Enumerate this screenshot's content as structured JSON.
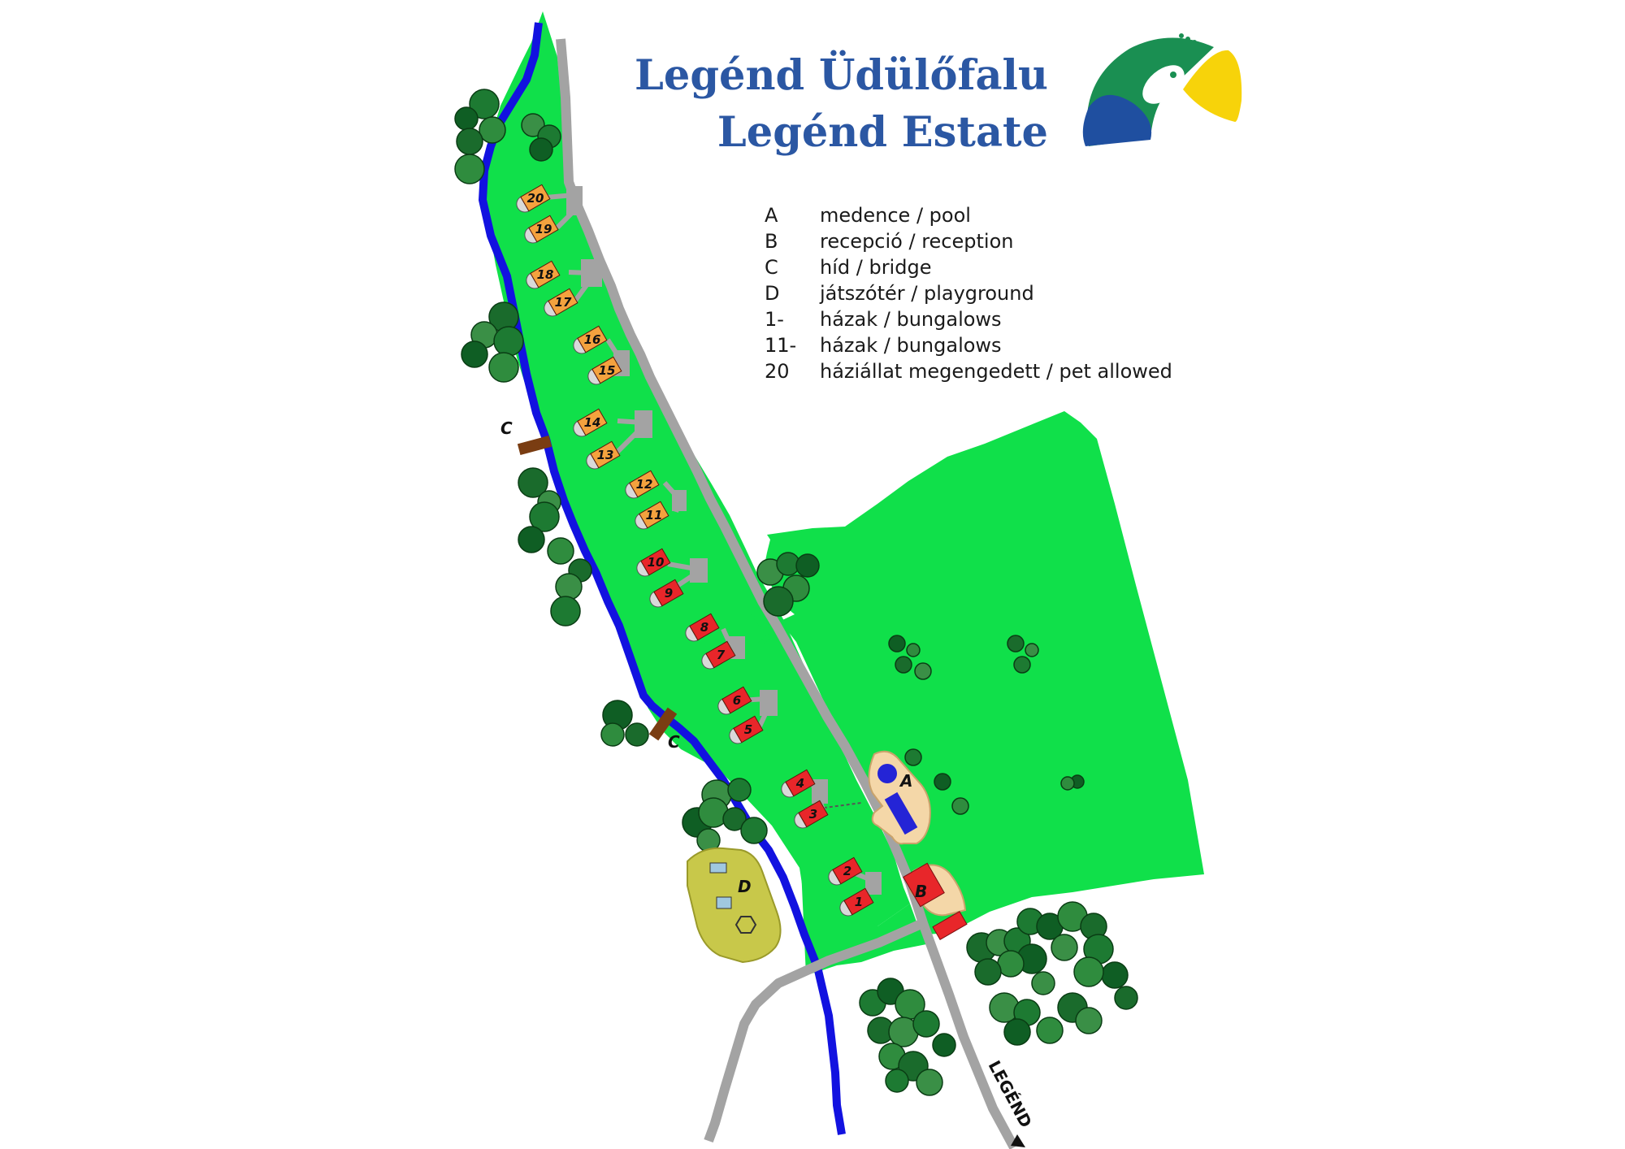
{
  "title": {
    "line1": "Legénd Üdülőfalu",
    "line2": "Legénd Estate"
  },
  "legend": [
    {
      "key": "A",
      "desc": "medence / pool"
    },
    {
      "key": "B",
      "desc": "recepció / reception"
    },
    {
      "key": "C",
      "desc": "híd / bridge"
    },
    {
      "key": "D",
      "desc": "játszótér / playground"
    },
    {
      "key": "1-11",
      "desc": "házak / bungalows"
    },
    {
      "key": "11-20",
      "desc": "házak / bungalows"
    },
    {
      "key": "",
      "desc": "háziállat megengedett / pet allowed"
    }
  ],
  "map_labels": {
    "pool": "A",
    "reception": "B",
    "bridge_north": "C",
    "bridge_south": "C",
    "playground": "D",
    "road_sign": "LEGÉND"
  },
  "bungalows": [
    "1",
    "2",
    "3",
    "4",
    "5",
    "6",
    "7",
    "8",
    "9",
    "10",
    "11",
    "12",
    "13",
    "14",
    "15",
    "16",
    "17",
    "18",
    "19",
    "20"
  ],
  "colors": {
    "grass": "#10e04a",
    "river": "#1212e0",
    "road": "#a3a3a3",
    "bungalow_red": "#e8262a",
    "bungalow_orange": "#f4a23e",
    "bridge": "#7a3d12",
    "playground": "#c8c84a",
    "title_blue": "#2b57a3",
    "logo_green": "#1a8f52",
    "logo_blue": "#1f4fa0",
    "logo_yellow": "#f7d30a"
  }
}
